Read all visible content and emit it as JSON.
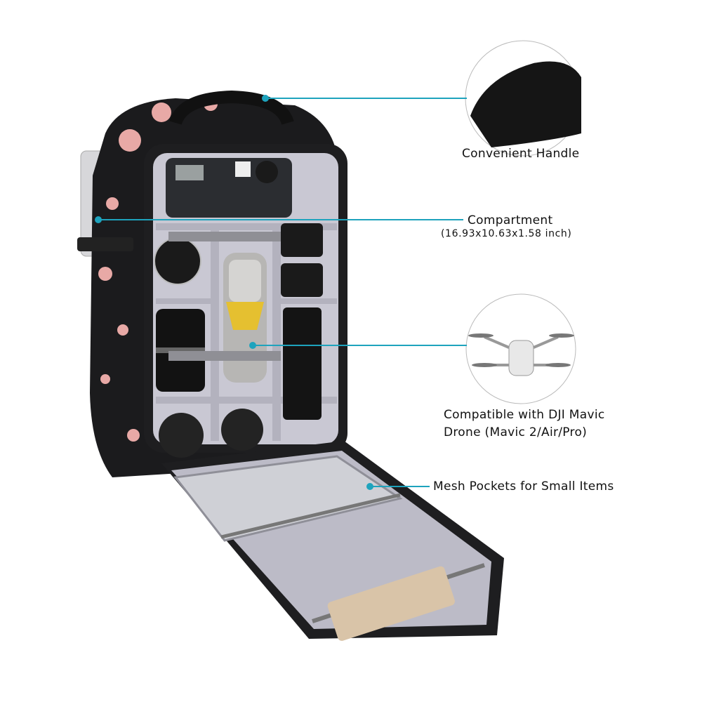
{
  "colors": {
    "callout_line": "#1ea3bd",
    "inner_lining": "#c9c8d3",
    "bag_body": "#1b1b1d",
    "flower": "#e8a9a6"
  },
  "callouts": [
    {
      "icon": "handle-closeup",
      "label": "Convenient Handle"
    },
    {
      "icon": "compartment",
      "label": "Compartment",
      "sub": "(16.93x10.63x1.58 inch)"
    },
    {
      "icon": "drone-closeup",
      "label_line1": "Compatible with DJI Mavic",
      "label_line2": "Drone (Mavic 2/Air/Pro)"
    },
    {
      "icon": "mesh-pocket",
      "label": "Mesh Pockets for Small Items"
    }
  ]
}
